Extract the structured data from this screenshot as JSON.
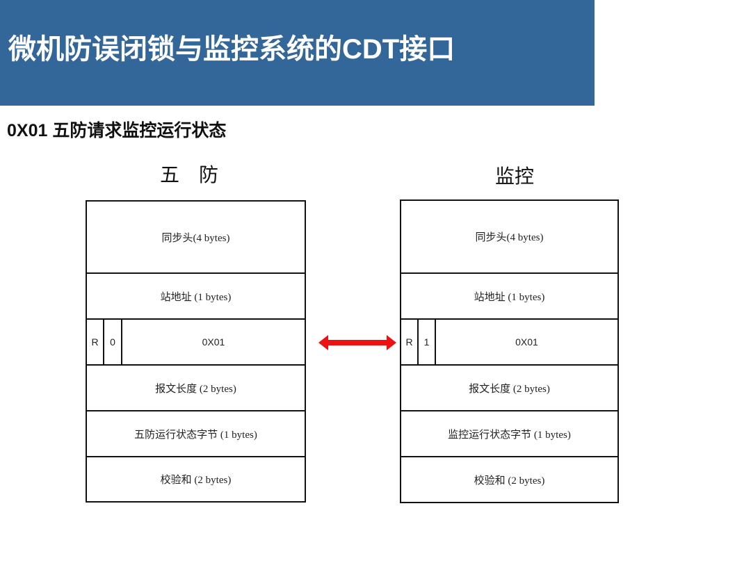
{
  "header": {
    "title": "微机防误闭锁与监控系统的CDT接口",
    "background_color": "#336699"
  },
  "subtitle": "0X01 五防请求监控运行状态",
  "left_frame": {
    "label": "五　防",
    "rows": [
      {
        "text": "同步头(4 bytes)"
      },
      {
        "text": "站地址 (1 bytes)"
      },
      {
        "cells": [
          "R",
          "0",
          "0X01"
        ]
      },
      {
        "text": "报文长度 (2 bytes)"
      },
      {
        "text": "五防运行状态字节 (1 bytes)"
      },
      {
        "text": "校验和 (2 bytes)"
      }
    ]
  },
  "right_frame": {
    "label": "监控",
    "rows": [
      {
        "text": "同步头(4 bytes)"
      },
      {
        "text": "站地址 (1 bytes)"
      },
      {
        "cells": [
          "R",
          "1",
          "0X01"
        ]
      },
      {
        "text": "报文长度 (2 bytes)"
      },
      {
        "text": "监控运行状态字节 (1 bytes)"
      },
      {
        "text": "校验和 (2 bytes)"
      }
    ]
  },
  "connector": {
    "icon": "double-headed-arrow-icon",
    "color": "#ee1111"
  }
}
